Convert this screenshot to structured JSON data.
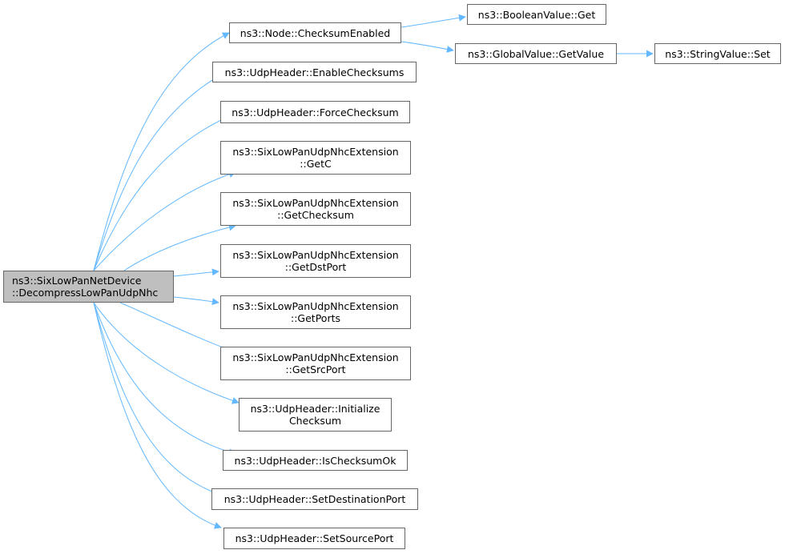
{
  "graph": {
    "root": {
      "line1": "ns3::SixLowPanNetDevice",
      "line2": "::DecompressLowPanUdpNhc"
    },
    "nodes": [
      {
        "line1": "ns3::Node::ChecksumEnabled"
      },
      {
        "line1": "ns3::BooleanValue::Get"
      },
      {
        "line1": "ns3::GlobalValue::GetValue"
      },
      {
        "line1": "ns3::StringValue::Set"
      },
      {
        "line1": "ns3::UdpHeader::EnableChecksums"
      },
      {
        "line1": "ns3::UdpHeader::ForceChecksum"
      },
      {
        "line1": "ns3::SixLowPanUdpNhcExtension",
        "line2": "::GetC"
      },
      {
        "line1": "ns3::SixLowPanUdpNhcExtension",
        "line2": "::GetChecksum"
      },
      {
        "line1": "ns3::SixLowPanUdpNhcExtension",
        "line2": "::GetDstPort"
      },
      {
        "line1": "ns3::SixLowPanUdpNhcExtension",
        "line2": "::GetPorts"
      },
      {
        "line1": "ns3::SixLowPanUdpNhcExtension",
        "line2": "::GetSrcPort"
      },
      {
        "line1": "ns3::UdpHeader::Initialize",
        "line2": "Checksum"
      },
      {
        "line1": "ns3::UdpHeader::IsChecksumOk"
      },
      {
        "line1": "ns3::UdpHeader::SetDestinationPort"
      },
      {
        "line1": "ns3::UdpHeader::SetSourcePort"
      }
    ],
    "edge_color": "#63b8ff"
  }
}
